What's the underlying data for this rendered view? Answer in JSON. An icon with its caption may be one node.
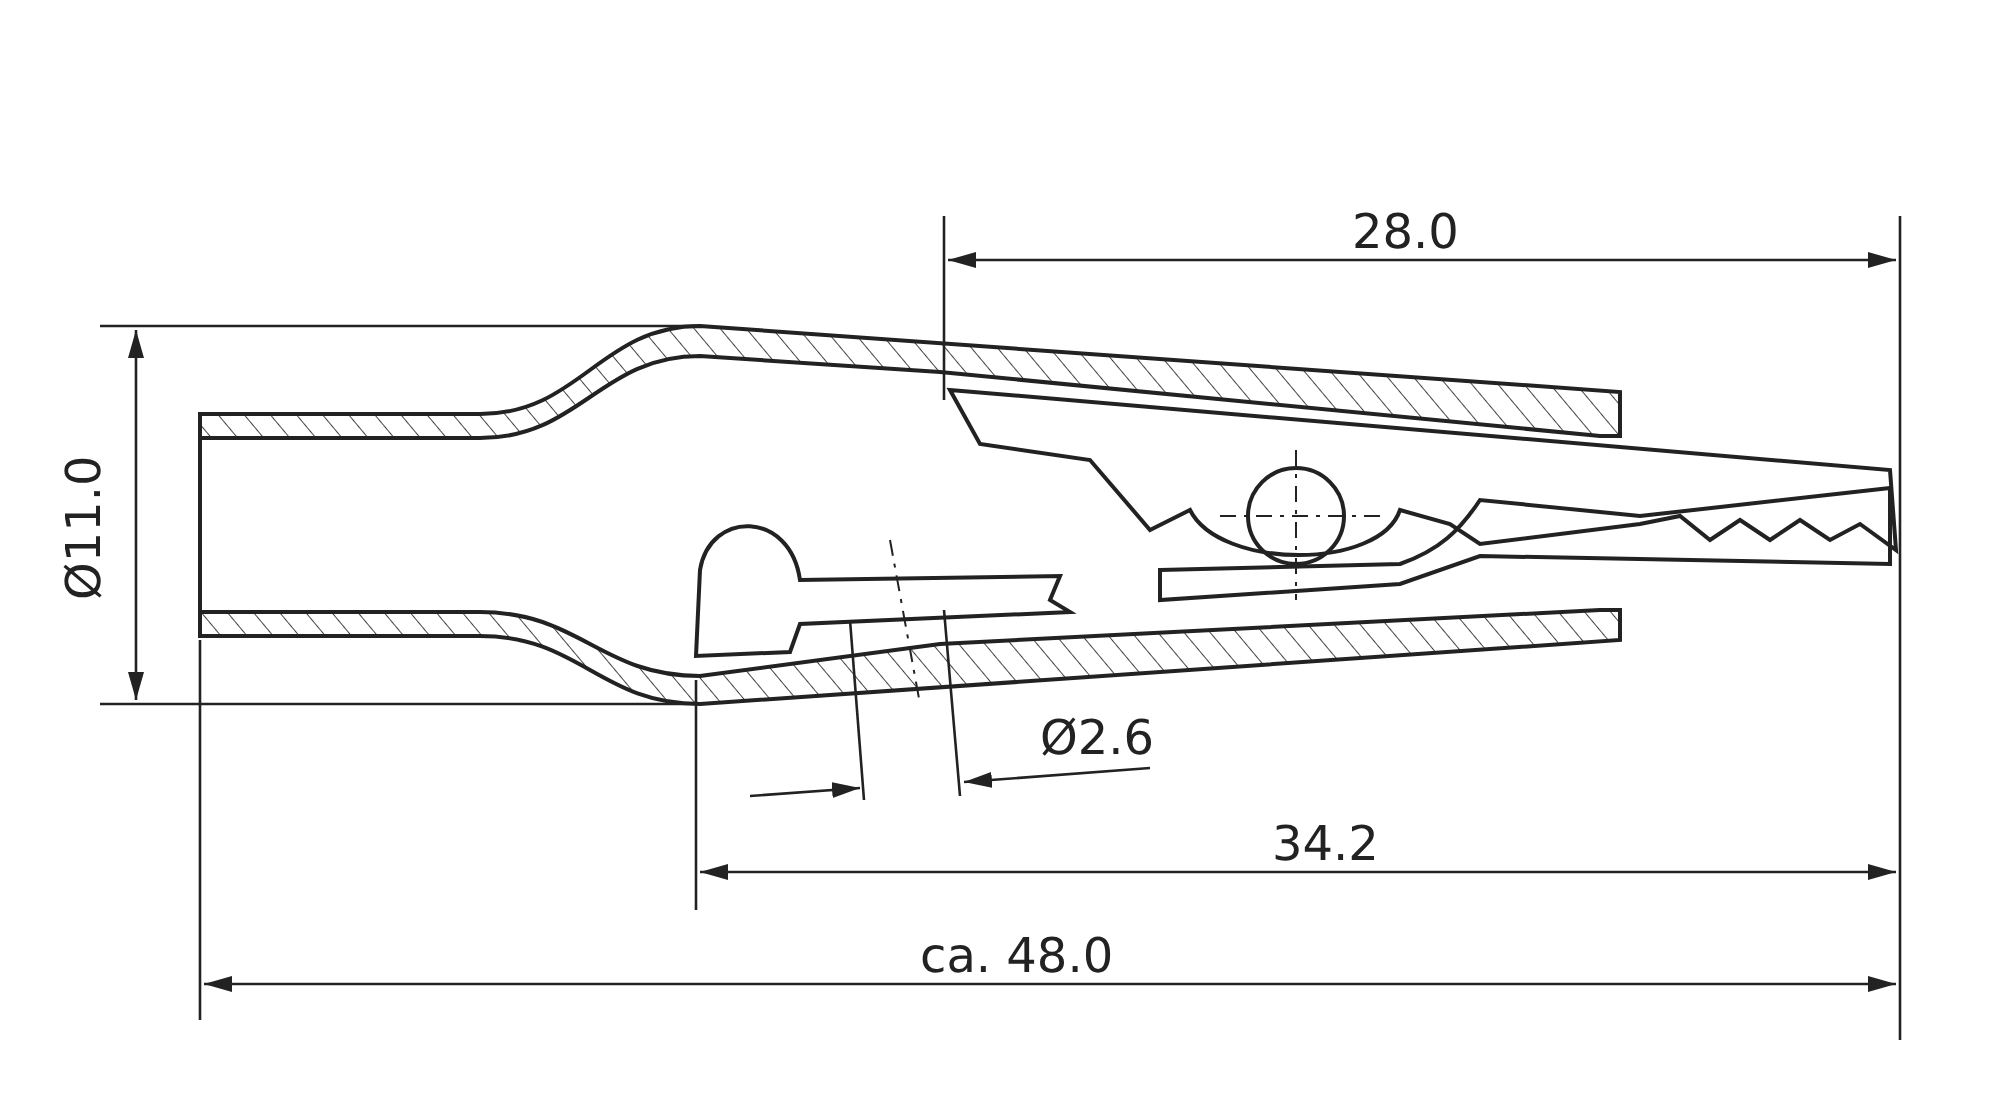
{
  "diagram": {
    "labels": [
      "28.0",
      "Ø11.0",
      "Ø2.6",
      "34.2",
      "ca. 48.0"
    ]
  }
}
